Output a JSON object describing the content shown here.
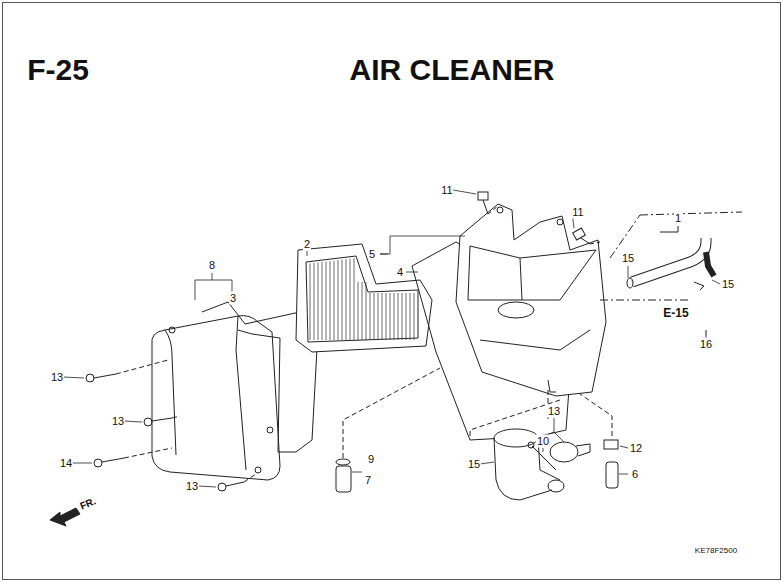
{
  "diagram": {
    "title": "AIR CLEANER",
    "labels": [
      "F-25",
      "11",
      "11",
      "1",
      "2",
      "8",
      "5",
      "15",
      "4",
      "3",
      "15",
      "E-15",
      "16",
      "13",
      "13",
      "13",
      "10",
      "12",
      "14",
      "9",
      "15",
      "6",
      "7",
      "13",
      "FR.",
      "KE78F2500"
    ]
  }
}
